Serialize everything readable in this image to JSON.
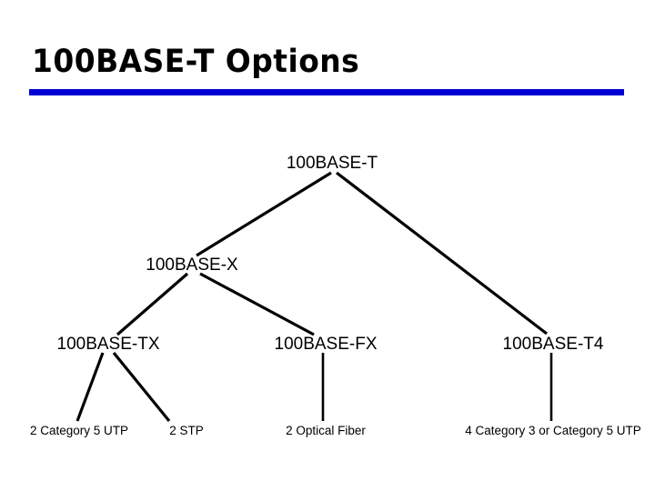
{
  "slide": {
    "title": "100BASE-T Options",
    "accent_color": "#0000d4",
    "background_color": "#ffffff",
    "text_color": "#000000"
  },
  "diagram": {
    "type": "tree",
    "root": {
      "label": "100BASE-T"
    },
    "level2": [
      {
        "label": "100BASE-X"
      }
    ],
    "level3": [
      {
        "label": "100BASE-TX"
      },
      {
        "label": "100BASE-FX"
      },
      {
        "label": "100BASE-T4"
      }
    ],
    "leaves": [
      {
        "label": "2 Category 5 UTP"
      },
      {
        "label": "2 STP"
      },
      {
        "label": "2 Optical Fiber"
      },
      {
        "label": "4 Category 3 or Category 5 UTP"
      }
    ],
    "edges": [
      {
        "from": "100BASE-T",
        "to": "100BASE-X"
      },
      {
        "from": "100BASE-T",
        "to": "100BASE-T4"
      },
      {
        "from": "100BASE-X",
        "to": "100BASE-TX"
      },
      {
        "from": "100BASE-X",
        "to": "100BASE-FX"
      },
      {
        "from": "100BASE-TX",
        "to": "2 Category 5 UTP"
      },
      {
        "from": "100BASE-TX",
        "to": "2 STP"
      },
      {
        "from": "100BASE-FX",
        "to": "2 Optical Fiber"
      },
      {
        "from": "100BASE-T4",
        "to": "4 Category 3 or Category 5 UTP"
      }
    ]
  }
}
